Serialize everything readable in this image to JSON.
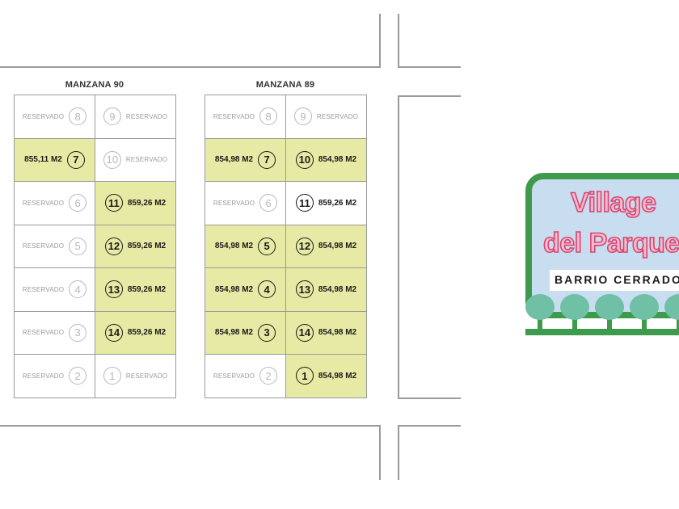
{
  "blocks": [
    {
      "title": "MANZANA 90",
      "lots": [
        {
          "left": {
            "num": "8",
            "label": "RESERVADO",
            "state": "reserved"
          },
          "right": {
            "num": "9",
            "label": "RESERVADO",
            "state": "reserved"
          }
        },
        {
          "left": {
            "num": "7",
            "label": "855,11 M2",
            "state": "sold"
          },
          "right": {
            "num": "10",
            "label": "RESERVADO",
            "state": "reserved"
          }
        },
        {
          "left": {
            "num": "6",
            "label": "RESERVADO",
            "state": "reserved"
          },
          "right": {
            "num": "11",
            "label": "859,26 M2",
            "state": "sold"
          }
        },
        {
          "left": {
            "num": "5",
            "label": "RESERVADO",
            "state": "reserved"
          },
          "right": {
            "num": "12",
            "label": "859,26 M2",
            "state": "sold"
          }
        },
        {
          "left": {
            "num": "4",
            "label": "RESERVADO",
            "state": "reserved"
          },
          "right": {
            "num": "13",
            "label": "859,26 M2",
            "state": "sold"
          }
        },
        {
          "left": {
            "num": "3",
            "label": "RESERVADO",
            "state": "reserved"
          },
          "right": {
            "num": "14",
            "label": "859,26 M2",
            "state": "sold"
          }
        },
        {
          "left": {
            "num": "2",
            "label": "RESERVADO",
            "state": "reserved"
          },
          "right": {
            "num": "1",
            "label": "RESERVADO",
            "state": "reserved"
          }
        }
      ]
    },
    {
      "title": "MANZANA 89",
      "lots": [
        {
          "left": {
            "num": "8",
            "label": "RESERVADO",
            "state": "reserved"
          },
          "right": {
            "num": "9",
            "label": "RESERVADO",
            "state": "reserved"
          }
        },
        {
          "left": {
            "num": "7",
            "label": "854,98 M2",
            "state": "sold"
          },
          "right": {
            "num": "10",
            "label": "854,98 M2",
            "state": "sold"
          }
        },
        {
          "left": {
            "num": "6",
            "label": "RESERVADO",
            "state": "reserved"
          },
          "right": {
            "num": "11",
            "label": "859,26 M2",
            "state": "active"
          }
        },
        {
          "left": {
            "num": "5",
            "label": "854,98 M2",
            "state": "sold"
          },
          "right": {
            "num": "12",
            "label": "854,98 M2",
            "state": "sold"
          }
        },
        {
          "left": {
            "num": "4",
            "label": "854,98 M2",
            "state": "sold"
          },
          "right": {
            "num": "13",
            "label": "854,98 M2",
            "state": "sold"
          }
        },
        {
          "left": {
            "num": "3",
            "label": "854,98 M2",
            "state": "sold"
          },
          "right": {
            "num": "14",
            "label": "854,98 M2",
            "state": "sold"
          }
        },
        {
          "left": {
            "num": "2",
            "label": "RESERVADO",
            "state": "reserved"
          },
          "right": {
            "num": "1",
            "label": "854,98 M2",
            "state": "sold"
          }
        }
      ]
    }
  ],
  "logo": {
    "line1": "Village",
    "line2": "del Parque",
    "subtitle": "BARRIO CERRADO",
    "tree_count": 5
  },
  "colors": {
    "highlight": "#e6eaa4",
    "lines": "#9a9a9a",
    "logo_green": "#3e9a4c",
    "logo_pink": "#d9446f",
    "logo_sky": "#c8ddef",
    "tree": "#6fc0a5"
  }
}
